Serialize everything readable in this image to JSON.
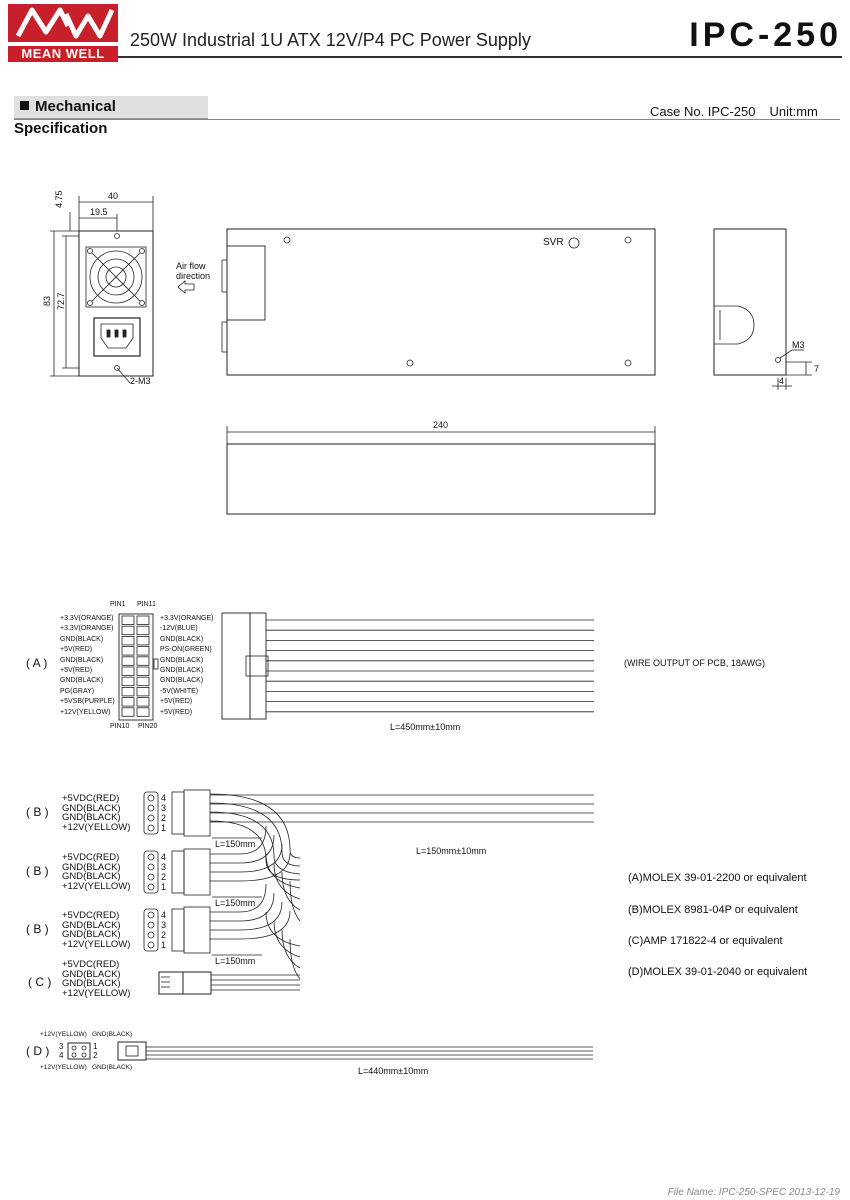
{
  "header": {
    "brand": "MEAN WELL",
    "subtitle": "250W Industrial 1U ATX 12V/P4 PC Power Supply",
    "model": "IPC-250"
  },
  "section": {
    "title": "Mechanical Specification",
    "case_no": "Case No. IPC-250",
    "unit": "Unit:mm"
  },
  "front_view": {
    "width": "40",
    "dim_19_5": "19.5",
    "dim_4_75": "4.75",
    "height": "83",
    "dim_72_7": "72.7",
    "screw": "2-M3"
  },
  "top_view": {
    "airflow": [
      "Air flow",
      "direction"
    ],
    "svr": "SVR",
    "length": "240"
  },
  "side_view": {
    "m3": "M3",
    "dim_7": "7",
    "dim_4": "4"
  },
  "connector_a": {
    "label": "( A )",
    "pin1": "PIN1",
    "pin11": "PIN11",
    "pin10": "PIN10",
    "pin20": "PIN20",
    "left_pins": [
      "+3.3V(ORANGE)",
      "+3.3V(ORANGE)",
      "GND(BLACK)",
      "+5V(RED)",
      "GND(BLACK)",
      "+5V(RED)",
      "GND(BLACK)",
      "PG(GRAY)",
      "+5VSB(PURPLE)",
      "+12V(YELLOW)"
    ],
    "right_pins": [
      "+3.3V(ORANGE)",
      "-12V(BLUE)",
      "GND(BLACK)",
      "PS-ON(GREEN)",
      "GND(BLACK)",
      "GND(BLACK)",
      "GND(BLACK)",
      "-5V(WHITE)",
      "+5V(RED)",
      "+5V(RED)"
    ],
    "length": "L=450mm±10mm",
    "wire_note": "(WIRE OUTPUT OF PCB, 18AWG)"
  },
  "connector_b": {
    "label": "( B )",
    "wires": [
      "+5VDC(RED)",
      "GND(BLACK)",
      "GND(BLACK)",
      "+12V(YELLOW)"
    ],
    "pins": [
      "4",
      "3",
      "2",
      "1"
    ],
    "segment": "L=150mm",
    "length": "L=150mm±10mm"
  },
  "connector_c": {
    "label": "( C )",
    "wires": [
      "+5VDC(RED)",
      "GND(BLACK)",
      "GND(BLACK)",
      "+12V(YELLOW)"
    ]
  },
  "connector_d": {
    "label": "( D )",
    "top_left": "+12V(YELLOW)",
    "top_right": "GND(BLACK)",
    "bottom_left": "+12V(YELLOW)",
    "bottom_right": "GND(BLACK)",
    "pins": [
      "3",
      "1",
      "4",
      "2"
    ],
    "length": "L=440mm±10mm"
  },
  "notes": [
    "(A)MOLEX 39-01-2200 or equivalent",
    "(B)MOLEX 8981-04P or equivalent",
    "(C)AMP 171822-4 or equivalent",
    "(D)MOLEX 39-01-2040 or equivalent"
  ],
  "footer": "File Name: IPC-250-SPEC   2013-12-19"
}
